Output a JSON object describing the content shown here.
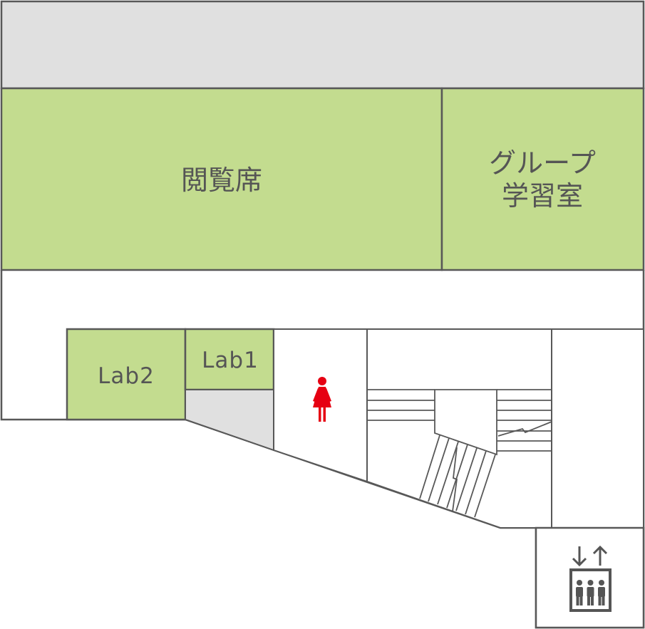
{
  "rooms": {
    "reading_area": {
      "label": "閲覧席"
    },
    "group_study": {
      "label_line1": "グループ",
      "label_line2": "学習室"
    },
    "lab1": {
      "label": "Lab1"
    },
    "lab2": {
      "label": "Lab2"
    }
  },
  "icons": {
    "restroom": "womens-restroom-icon",
    "elevator": "elevator-icon",
    "stairs": "staircase"
  },
  "colors": {
    "room_green": "#c3dc8f",
    "storage_gray": "#e0e0e0",
    "wall": "#585858",
    "restroom_red": "#e60012",
    "label_text": "#555555"
  }
}
